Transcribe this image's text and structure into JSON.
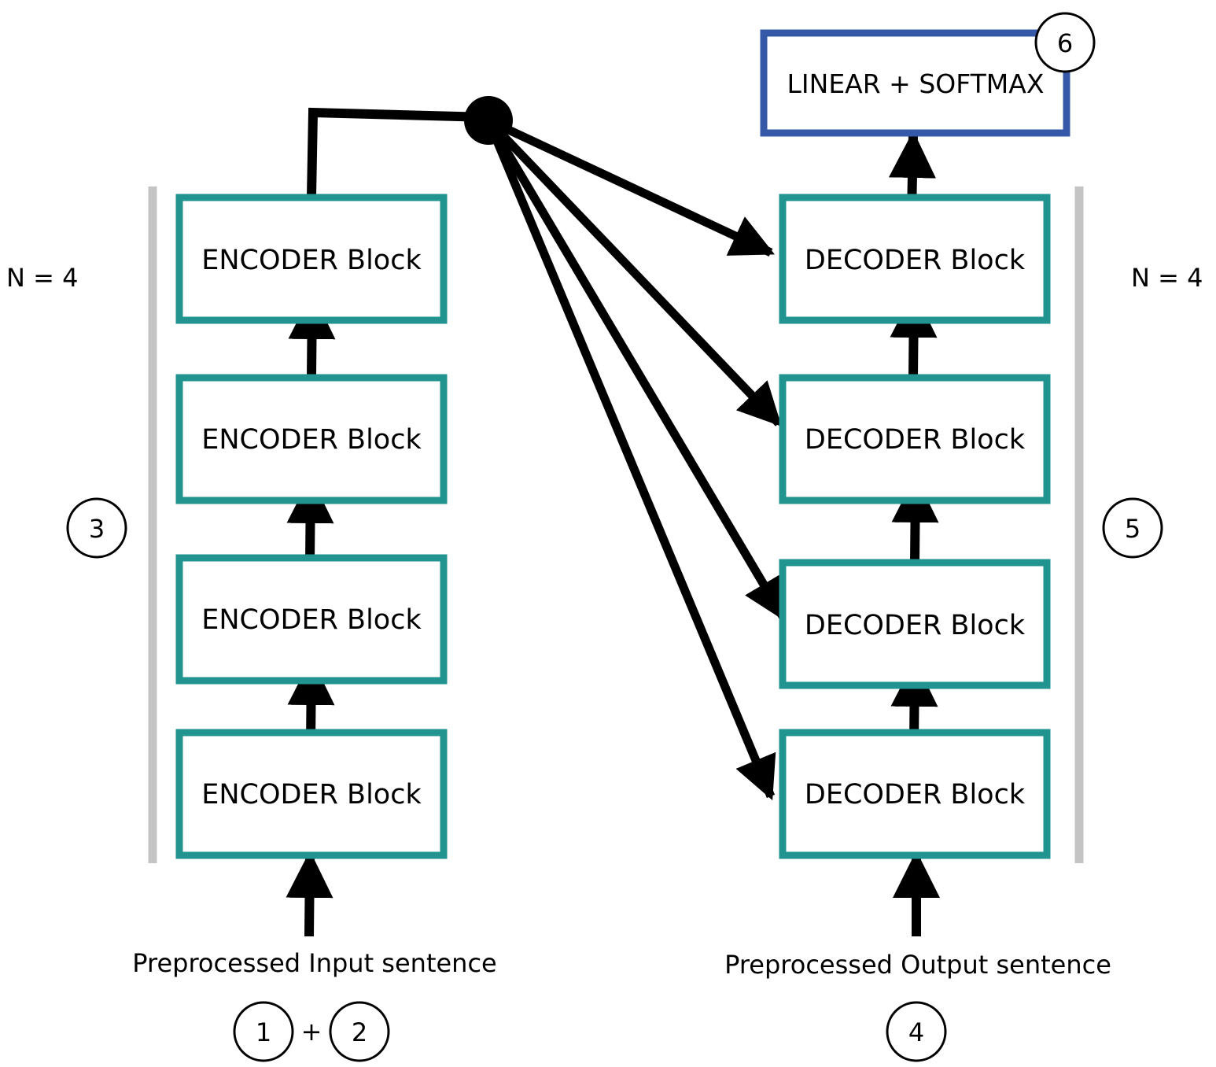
{
  "colors": {
    "block_border": "#229490",
    "final_border": "#3558a8",
    "bracket": "#c4c4c4",
    "arrow": "#000000",
    "background": "#ffffff"
  },
  "encoder": {
    "blocks": [
      "ENCODER Block",
      "ENCODER Block",
      "ENCODER Block",
      "ENCODER Block"
    ],
    "n_label": "N = 4",
    "marker": "3",
    "input_label": "Preprocessed Input sentence",
    "input_markers": [
      "1",
      "2"
    ],
    "input_plus": "+"
  },
  "decoder": {
    "blocks": [
      "DECODER Block",
      "DECODER Block",
      "DECODER Block",
      "DECODER Block"
    ],
    "n_label": "N = 4",
    "marker": "5",
    "input_label": "Preprocessed Output sentence",
    "input_marker": "4"
  },
  "output": {
    "label": "LINEAR + SOFTMAX",
    "marker": "6"
  }
}
